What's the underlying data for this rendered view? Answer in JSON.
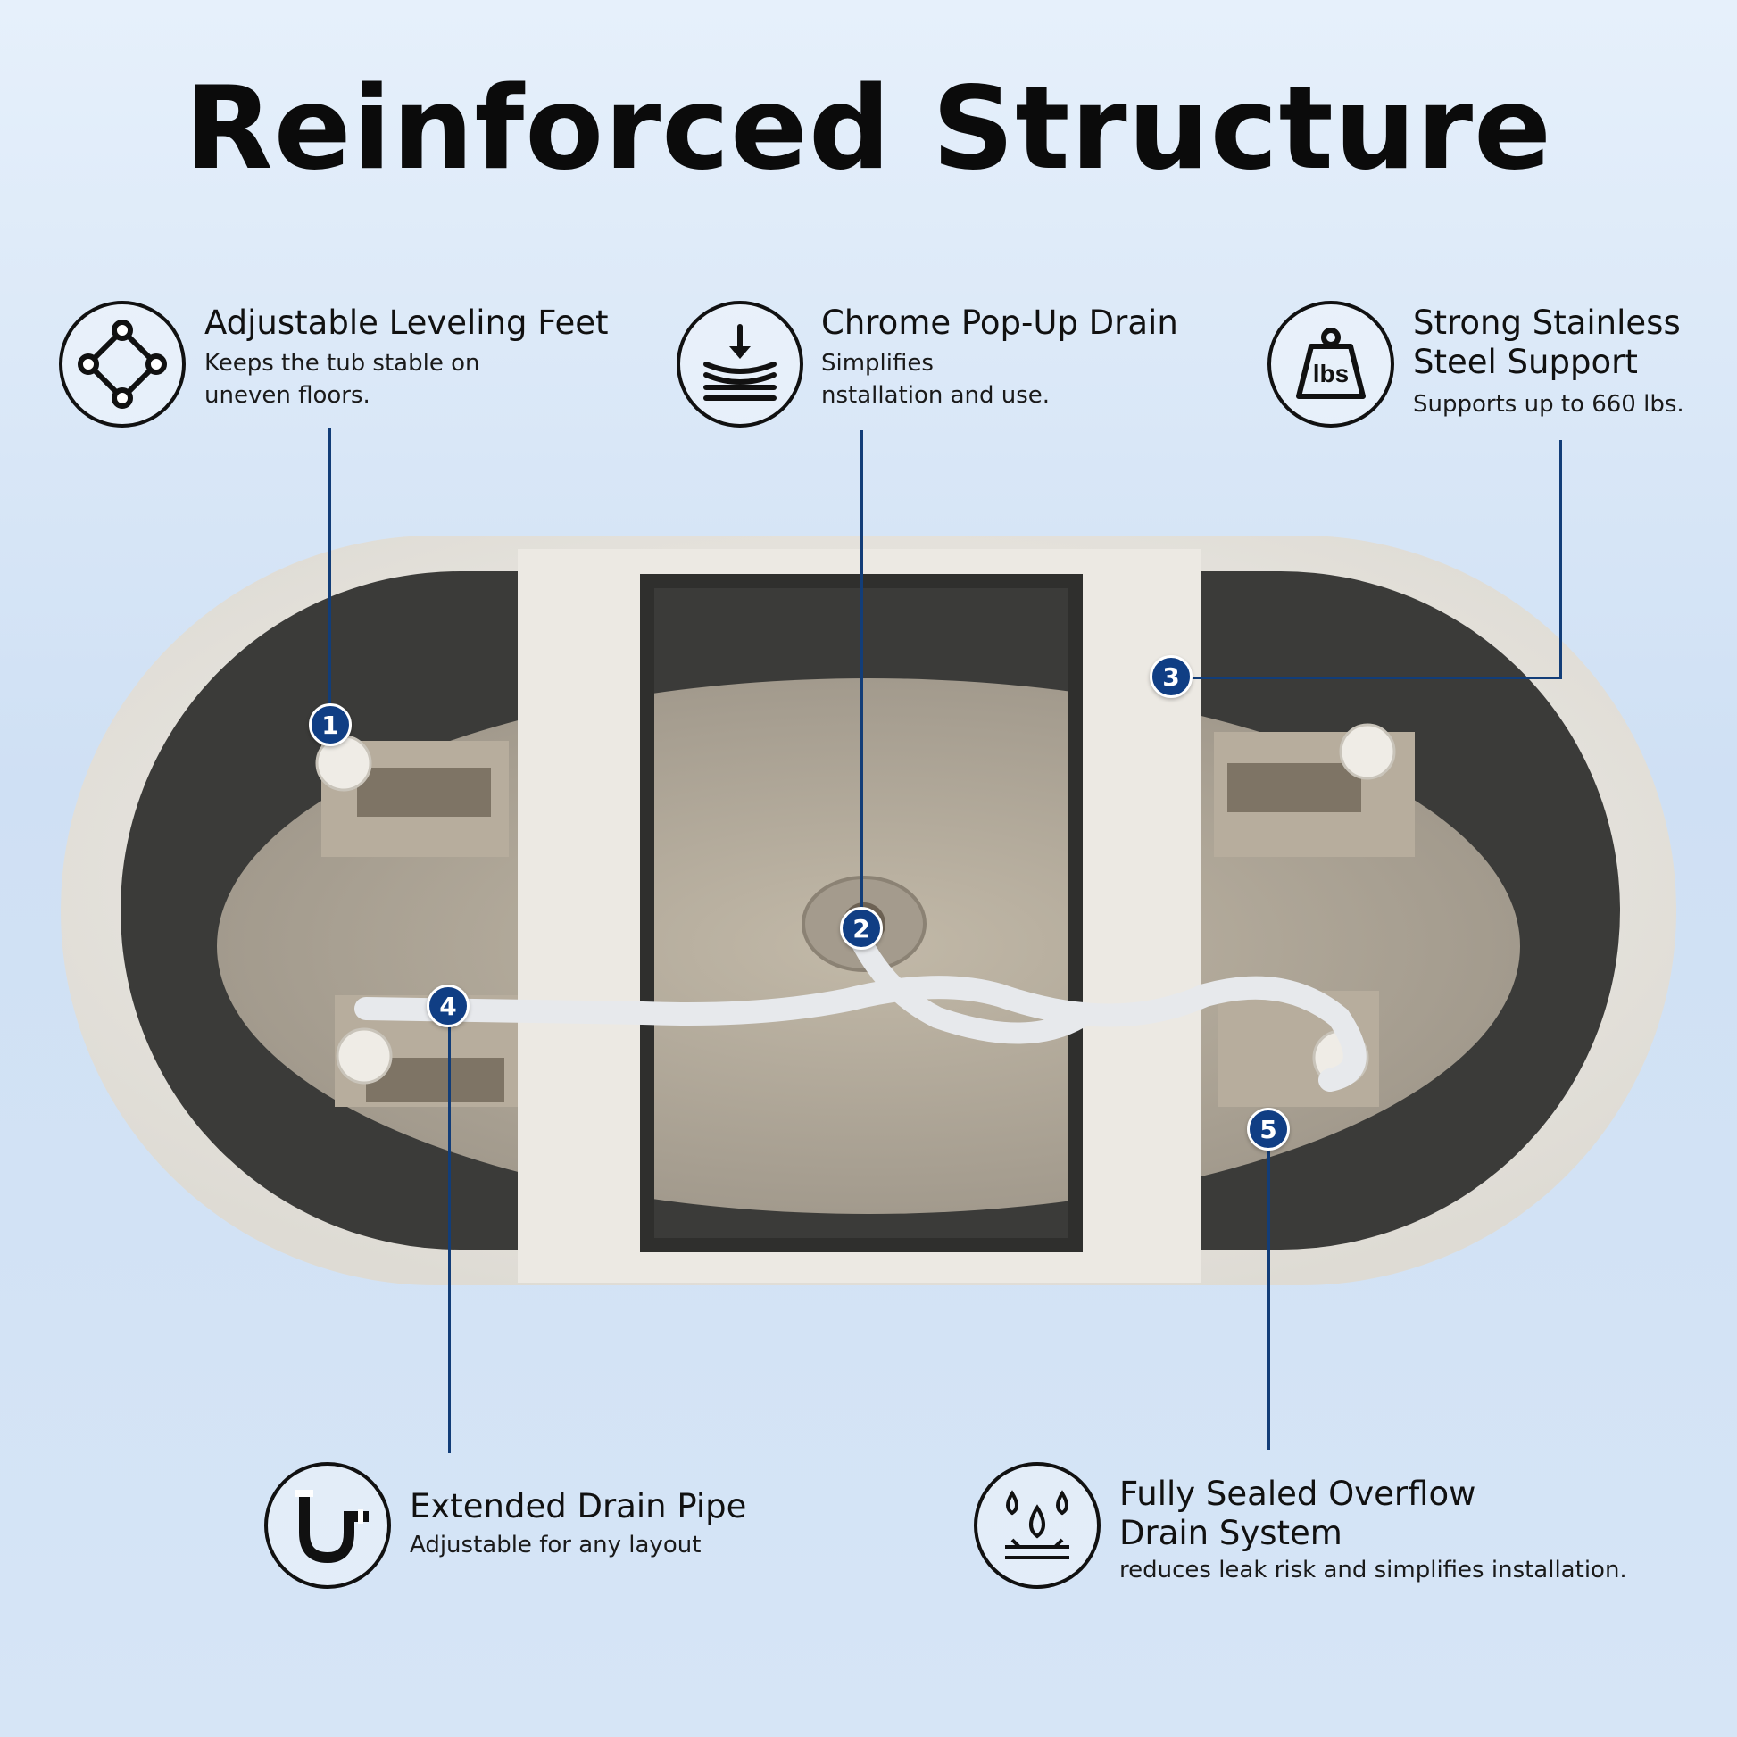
{
  "title": "Reinforced Structure",
  "features": [
    {
      "id": 1,
      "title": "Adjustable Leveling Feet",
      "desc_lines": [
        "Keeps the tub stable on",
        "uneven floors."
      ],
      "icon": "leveling-feet-icon"
    },
    {
      "id": 2,
      "title": "Chrome Pop-Up Drain",
      "desc_lines": [
        "Simplifies",
        "nstallation and use."
      ],
      "icon": "pop-up-drain-icon"
    },
    {
      "id": 3,
      "title_lines": [
        "Strong Stainless",
        "Steel Support"
      ],
      "desc_lines": [
        "Supports up to 660 lbs."
      ],
      "icon": "weight-lbs-icon",
      "icon_text": "lbs"
    },
    {
      "id": 4,
      "title": "Extended Drain Pipe",
      "desc_lines": [
        "Adjustable for any layout"
      ],
      "icon": "drain-pipe-icon"
    },
    {
      "id": 5,
      "title_lines": [
        "Fully Sealed Overflow",
        "Drain System"
      ],
      "desc_lines": [
        "reduces leak risk and simplifies installation."
      ],
      "icon": "water-drops-icon"
    }
  ],
  "markers": [
    "1",
    "2",
    "3",
    "4",
    "5"
  ],
  "colors": {
    "accent": "#103e84",
    "leader": "#123d78",
    "background": "#d6e5f6"
  }
}
